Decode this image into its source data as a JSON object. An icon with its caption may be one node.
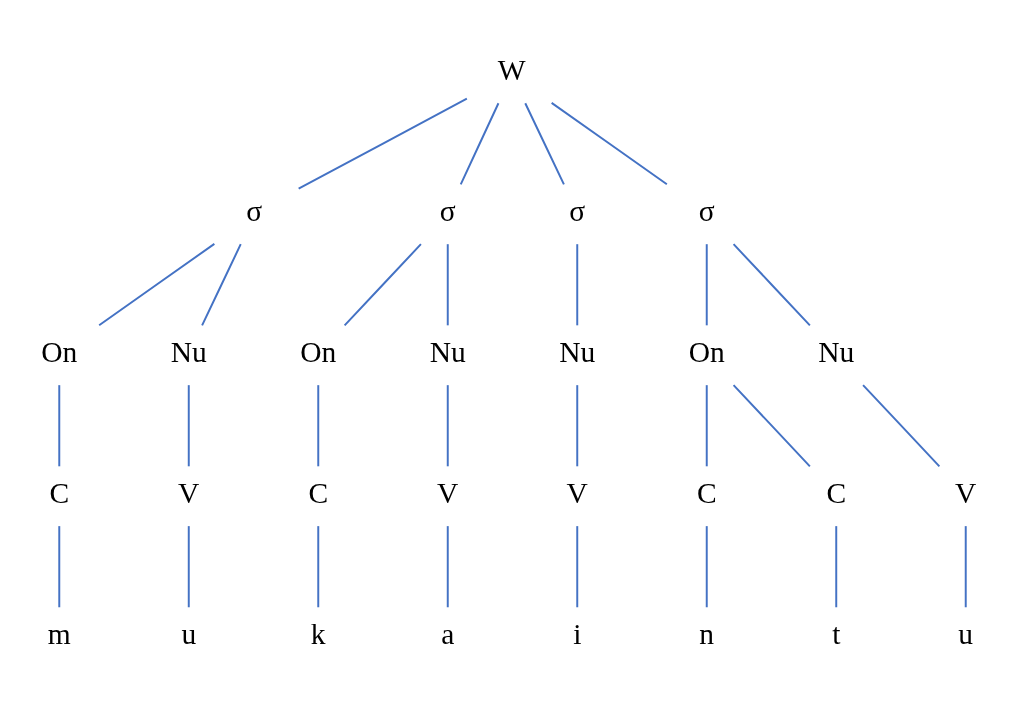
{
  "diagram": {
    "nodes": [
      {
        "text": [
          "W"
        ]
      },
      {
        "text": [
          "σ"
        ]
      },
      {
        "text": [
          "σ"
        ]
      },
      {
        "text": [
          "σ"
        ]
      },
      {
        "text": [
          "σ"
        ]
      },
      {
        "text": [
          "On"
        ]
      },
      {
        "text": [
          "Nu"
        ]
      },
      {
        "text": [
          "On"
        ]
      },
      {
        "text": [
          "Nu"
        ]
      },
      {
        "text": [
          "Nu"
        ]
      },
      {
        "text": [
          "On"
        ]
      },
      {
        "text": [
          "Nu"
        ]
      },
      {
        "text": [
          "C"
        ]
      },
      {
        "text": [
          "V"
        ]
      },
      {
        "text": [
          "C"
        ]
      },
      {
        "text": [
          "V"
        ]
      },
      {
        "text": [
          "V"
        ]
      },
      {
        "text": [
          "C"
        ]
      },
      {
        "text": [
          "C"
        ]
      },
      {
        "text": [
          "V"
        ]
      },
      {
        "text": [
          "m"
        ]
      },
      {
        "text": [
          "u"
        ]
      },
      {
        "text": [
          "k"
        ]
      },
      {
        "text": [
          "a"
        ]
      },
      {
        "text": [
          "i"
        ]
      },
      {
        "text": [
          "n"
        ]
      },
      {
        "text": [
          "t"
        ]
      },
      {
        "text": [
          "u"
        ]
      }
    ],
    "edges": [
      {
        "from": 0,
        "to": 1,
        "arrow": "none"
      },
      {
        "from": 0,
        "to": 2,
        "arrow": "none"
      },
      {
        "from": 0,
        "to": 3,
        "arrow": "none"
      },
      {
        "from": 0,
        "to": 4,
        "arrow": "none"
      },
      {
        "from": 1,
        "to": 5,
        "arrow": "none"
      },
      {
        "from": 1,
        "to": 6,
        "arrow": "none"
      },
      {
        "from": 2,
        "to": 7,
        "arrow": "none"
      },
      {
        "from": 2,
        "to": 8,
        "arrow": "none"
      },
      {
        "from": 3,
        "to": 9,
        "arrow": "none"
      },
      {
        "from": 4,
        "to": 10,
        "arrow": "none"
      },
      {
        "from": 4,
        "to": 11,
        "arrow": "none"
      },
      {
        "from": 5,
        "to": 12,
        "arrow": "none"
      },
      {
        "from": 6,
        "to": 13,
        "arrow": "none"
      },
      {
        "from": 7,
        "to": 14,
        "arrow": "none"
      },
      {
        "from": 8,
        "to": 15,
        "arrow": "none"
      },
      {
        "from": 9,
        "to": 16,
        "arrow": "none"
      },
      {
        "from": 10,
        "to": 17,
        "arrow": "none"
      },
      {
        "from": 10,
        "to": 18,
        "arrow": "none"
      },
      {
        "from": 11,
        "to": 19,
        "arrow": "none"
      },
      {
        "from": 12,
        "to": 20,
        "arrow": "none"
      },
      {
        "from": 13,
        "to": 21,
        "arrow": "none"
      },
      {
        "from": 14,
        "to": 22,
        "arrow": "none"
      },
      {
        "from": 15,
        "to": 23,
        "arrow": "none"
      },
      {
        "from": 16,
        "to": 24,
        "arrow": "none"
      },
      {
        "from": 17,
        "to": 25,
        "arrow": "none"
      },
      {
        "from": 18,
        "to": 26,
        "arrow": "none"
      },
      {
        "from": 19,
        "to": 27,
        "arrow": "none"
      }
    ]
  }
}
